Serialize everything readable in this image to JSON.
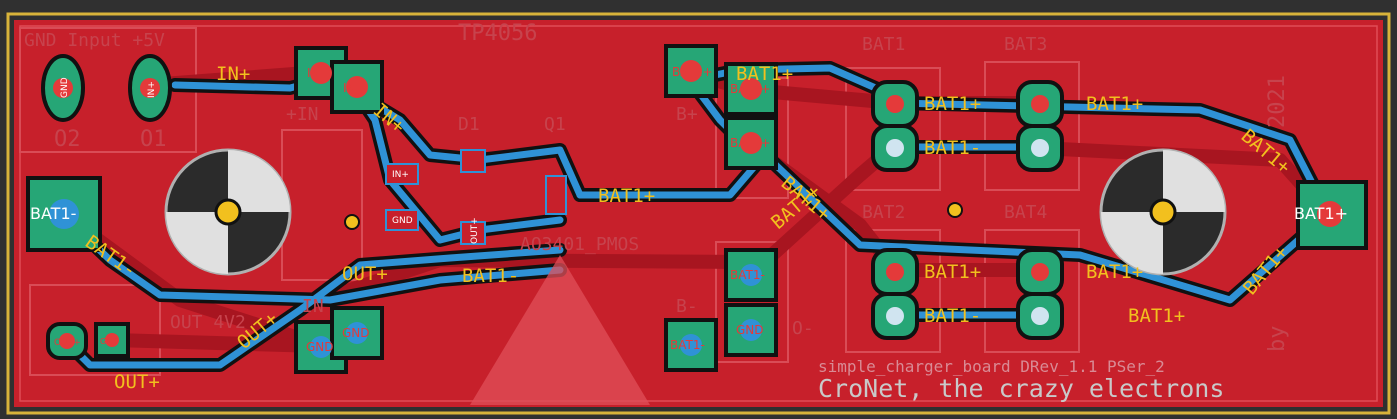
{
  "colors": {
    "board": "#c7202b",
    "frame": "#d8b33a",
    "trace_blue": "#2f92d6",
    "trace_red": "#b8141c",
    "pad_green": "#26a676",
    "pad_red": "#e43a3a",
    "net_label": "#f2c01e"
  },
  "silkscreen": {
    "gnd_input_5v": "GND Input +5V",
    "tp4056": "TP4056",
    "o2": "O2",
    "o1": "O1",
    "bat1": "BAT1",
    "bat2": "BAT2",
    "bat3": "BAT3",
    "bat4": "BAT4",
    "d1": "D1",
    "q1": "Q1",
    "q1_part": "AO3401_PMOS",
    "out_4v2": "OUT 4V2",
    "in": "IN",
    "year": "2021",
    "by": "by",
    "b_plus": "B+",
    "b_minus": "B-",
    "o_minus": "O-",
    "plus_in": "+IN",
    "board_rev": "simple_charger_board DRev_1.1 PSer_2",
    "brand": "CroNet, the crazy electrons"
  },
  "nets": {
    "in_plus": "IN+",
    "bat1_plus": "BAT1+",
    "bat1_minus": "BAT1-",
    "out_plus": "OUT+",
    "gnd": "GND"
  },
  "pads": {
    "gnd": "GND",
    "in_plus": "IN+",
    "bat1_plus": "BAT1+",
    "bat1_minus": "BAT1-",
    "out_plus": "OUT+"
  }
}
